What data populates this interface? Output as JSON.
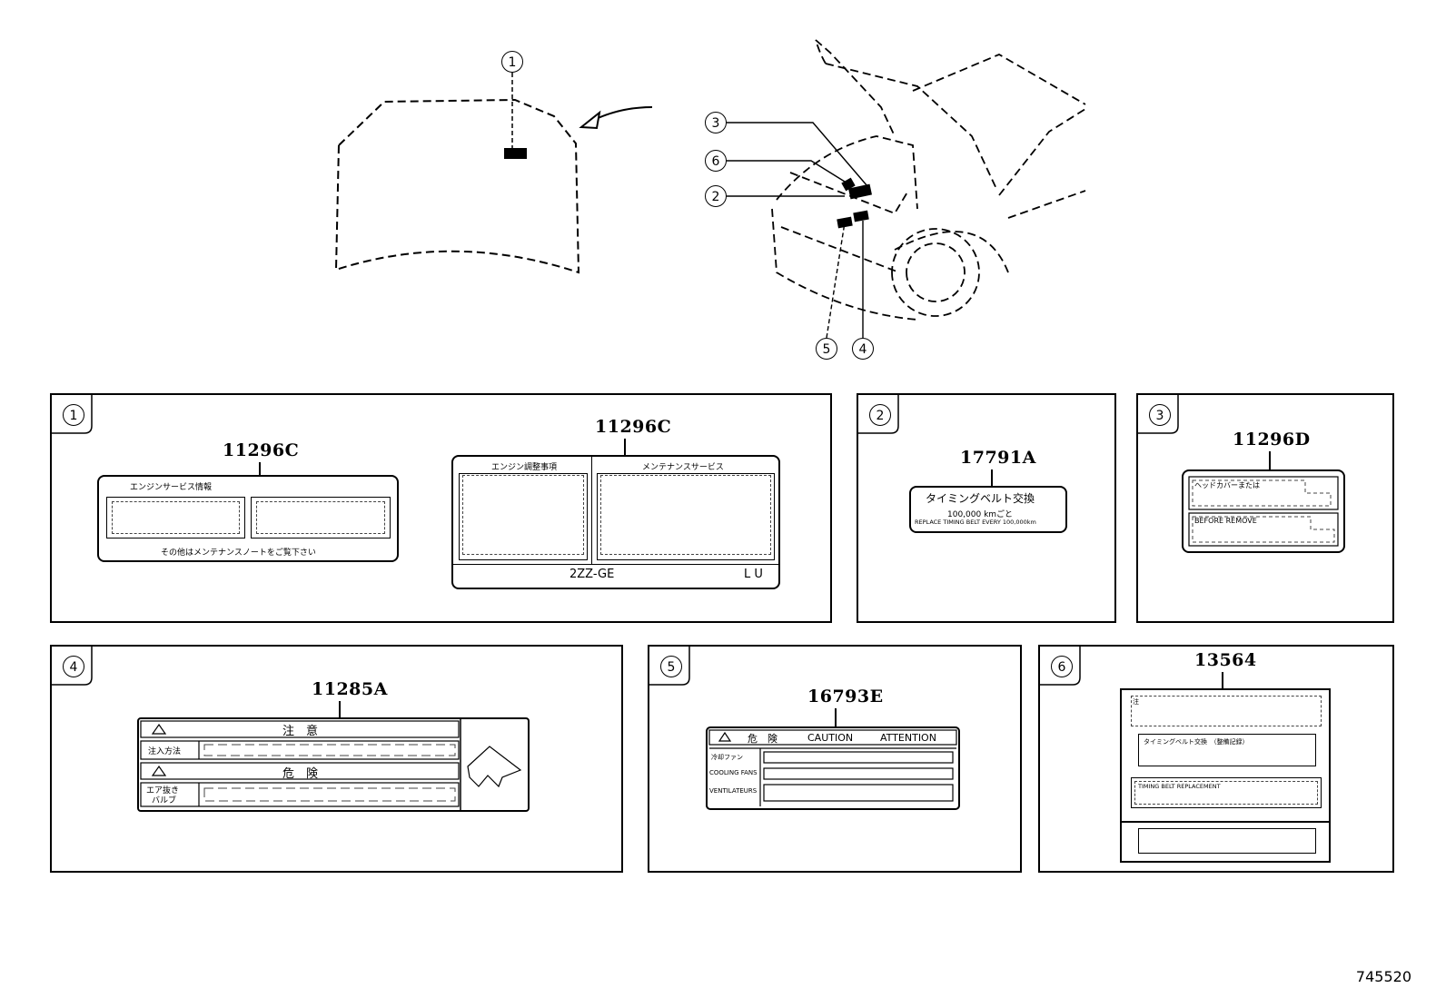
{
  "overview": {
    "callouts": [
      "1",
      "2",
      "3",
      "4",
      "5",
      "6"
    ]
  },
  "panels": [
    {
      "id": "1",
      "labels": [
        {
          "part_no": "11296C",
          "header": "エンジンサービス情報",
          "footer": "その他はメンテナンスノートをご覧下さい"
        },
        {
          "part_no": "11296C",
          "left_header": "エンジン調整事項",
          "right_header": "メンテナンスサービス",
          "engine": "2ZZ-GE",
          "code": "L U"
        }
      ]
    },
    {
      "id": "2",
      "labels": [
        {
          "part_no": "17791A",
          "line1": "タイミングベルト交換",
          "line2": "100,000 kmごと",
          "line3": "REPLACE TIMING BELT EVERY 100,000km"
        }
      ]
    },
    {
      "id": "3",
      "labels": [
        {
          "part_no": "11296D",
          "line1": "ヘッドカバーまたは",
          "line2": "BEFORE REMOVE"
        }
      ]
    },
    {
      "id": "4",
      "labels": [
        {
          "part_no": "11285A",
          "row1": "注　意",
          "row2": "注入方法",
          "row3": "危　険",
          "row4a": "エア抜き",
          "row4b": "バルブ"
        }
      ]
    },
    {
      "id": "5",
      "labels": [
        {
          "part_no": "16793E",
          "h1": "危　険",
          "h2": "CAUTION",
          "h3": "ATTENTION",
          "r1": "冷却ファン",
          "r2": "COOLING FANS",
          "r3": "VENTILATEURS"
        }
      ]
    },
    {
      "id": "6",
      "labels": [
        {
          "part_no": "13564",
          "r1": "注",
          "r2": "タイミングベルト交換　（整備記録）",
          "r3": "TIMING BELT REPLACEMENT"
        }
      ]
    }
  ],
  "catalog_number": "745520"
}
